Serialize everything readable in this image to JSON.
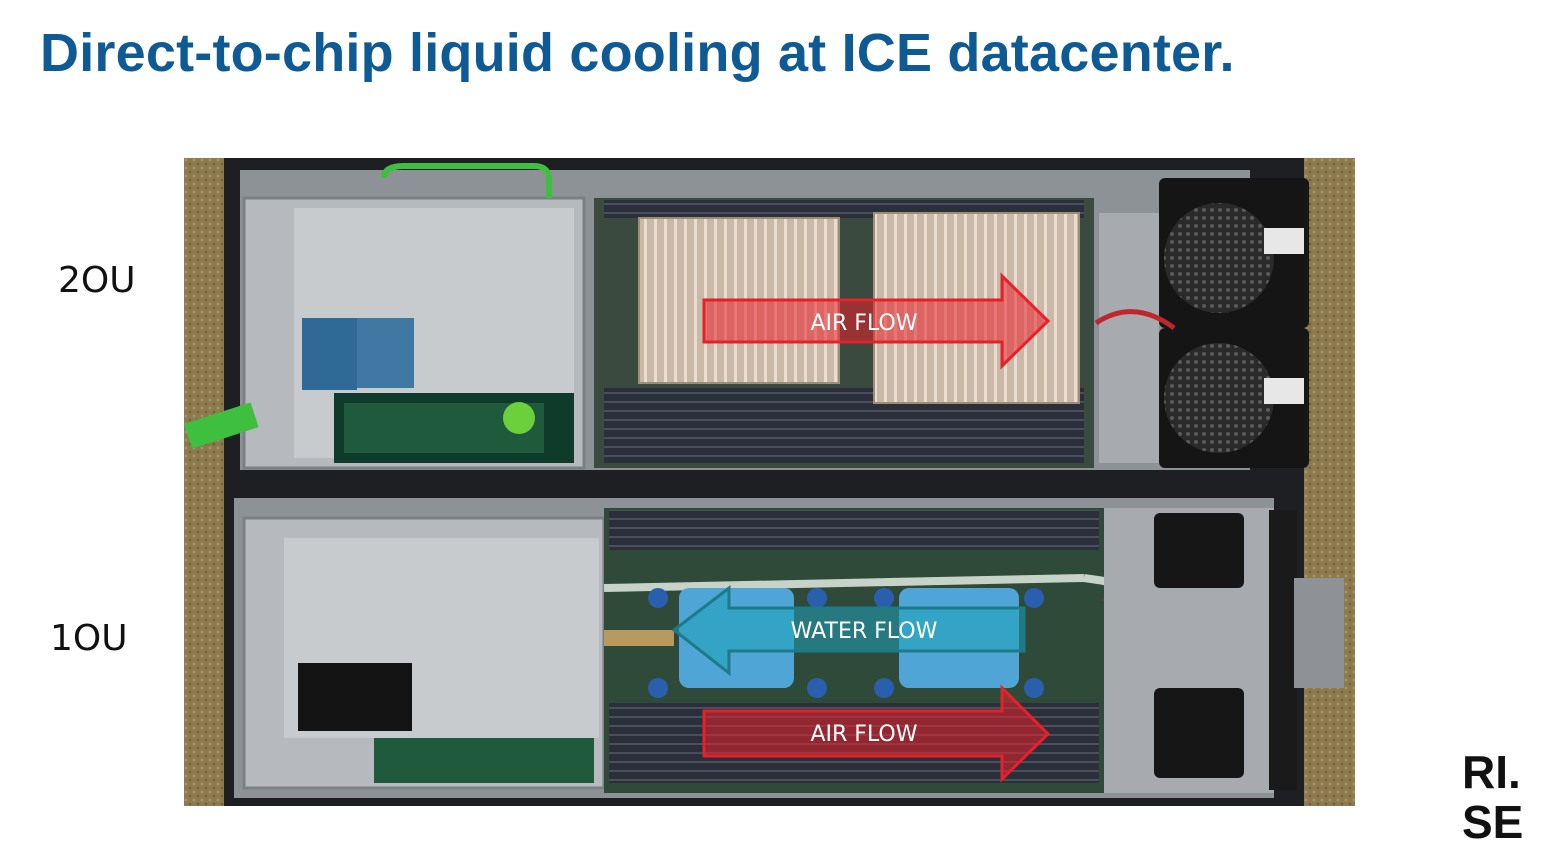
{
  "slide": {
    "title": "Direct-to-chip liquid cooling at ICE datacenter."
  },
  "labels": {
    "upper_server": "2OU",
    "lower_server": "1OU"
  },
  "overlays": {
    "air_flow_top": "AIR FLOW",
    "water_flow": "WATER FLOW",
    "air_flow_bottom": "AIR FLOW"
  },
  "colors": {
    "title": "#0e5a94",
    "air_arrow": "#e8202a",
    "water_arrow": "#1d8a9a"
  },
  "logo": {
    "line1": "RI.",
    "line2": "SE"
  }
}
